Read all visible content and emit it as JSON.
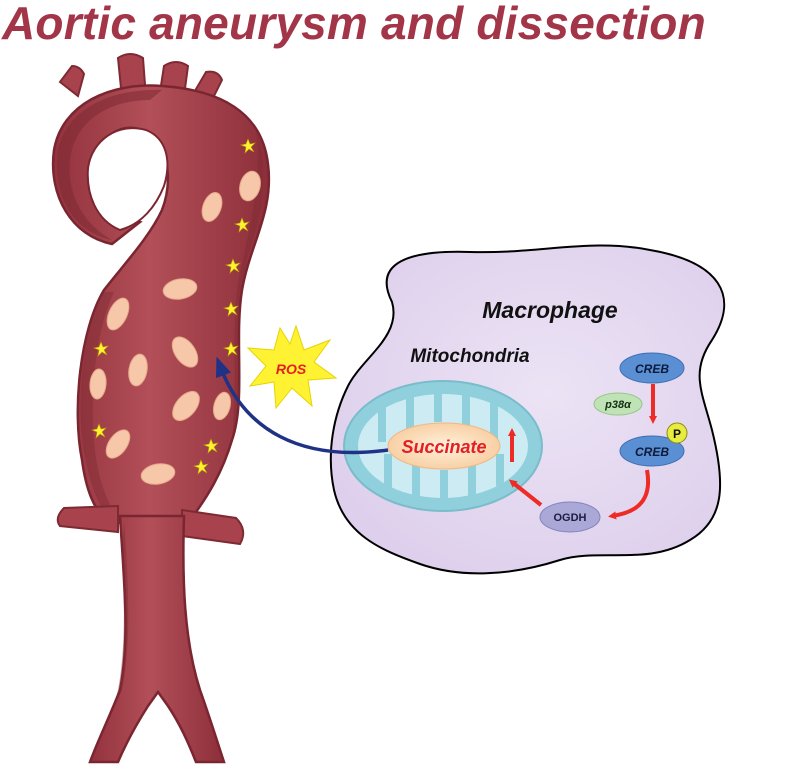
{
  "title": "Aortic aneurysm and dissection",
  "labels": {
    "macrophage": "Macrophage",
    "mitochondria": "Mitochondria",
    "succinate": "Succinate",
    "ros": "ROS",
    "creb_top": "CREB",
    "p38": "p38α",
    "creb_phos": "CREB",
    "phospho": "P",
    "ogdh": "OGDH"
  },
  "colors": {
    "title": "#a33548",
    "aorta": "#a8434e",
    "aorta_dark": "#7e2a33",
    "plaque": "#f6c7a8",
    "macrophage_fill": "#e6dcf0",
    "mitochondria": "#8fd0dc",
    "succinate_fill": "#fbe1bf",
    "ros_star": "#fff233",
    "arrow_red": "#ee2b25",
    "arrow_blue": "#1f3285",
    "creb": "#5a8fd3",
    "p38": "#bfe3b4",
    "ogdh": "#a9a8d6",
    "phospho": "#e8ec3f"
  }
}
